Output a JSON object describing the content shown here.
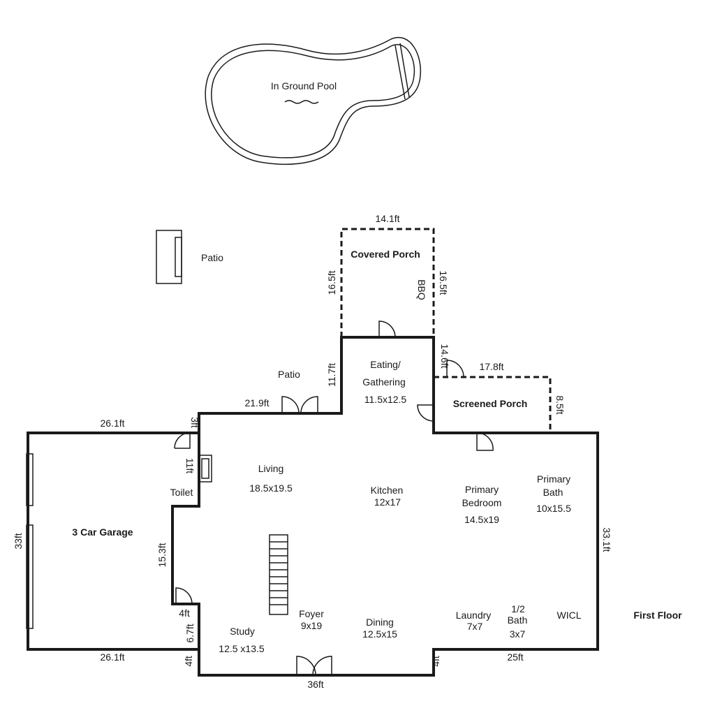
{
  "floor_label": "First Floor",
  "pool": {
    "label": "In Ground Pool"
  },
  "patio_top": "Patio",
  "covered_porch": {
    "name": "Covered Porch",
    "width": "14.1ft",
    "left_depth": "16.5ft",
    "right_depth": "16.5ft",
    "bbq": "BBQ"
  },
  "screened_porch": {
    "name": "Screened Porch",
    "width": "17.8ft",
    "depth": "8.5ft"
  },
  "rooms": {
    "eating_name_1": "Eating/",
    "eating_name_2": "Gathering",
    "eating_size": "11.5x12.5",
    "patio_mid": "Patio",
    "living_name": "Living",
    "living_size": "18.5x19.5",
    "kitchen_name": "Kitchen",
    "kitchen_size": "12x17",
    "primary_bed_1": "Primary",
    "primary_bed_2": "Bedroom",
    "primary_bed_size": "14.5x19",
    "primary_bath_1": "Primary",
    "primary_bath_2": "Bath",
    "primary_bath_size": "10x15.5",
    "garage": "3 Car Garage",
    "toilet": "Toilet",
    "study_name": "Study",
    "study_size": "12.5 x13.5",
    "foyer_name": "Foyer",
    "foyer_size": "9x19",
    "dining_name": "Dining",
    "dining_size": "12.5x15",
    "laundry_name": "Laundry",
    "laundry_size": "7x7",
    "half_bath_1": "1/2",
    "half_bath_2": "Bath",
    "half_bath_size": "3x7",
    "wicl": "WICL"
  },
  "dims": {
    "d_14_6": "14.6ft",
    "d_11_7": "11.7ft",
    "d_21_9": "21.9ft",
    "garage_top": "26.1ft",
    "d_3": "3ft",
    "d_11": "11ft",
    "garage_side": "33ft",
    "d_15_3": "15.3ft",
    "d_4_a": "4ft",
    "d_6_7": "6.7ft",
    "d_4_b": "4ft",
    "garage_bottom": "26.1ft",
    "front": "36ft",
    "d_4_c": "4ft",
    "d_25": "25ft",
    "d_33_1": "33.1ft"
  }
}
